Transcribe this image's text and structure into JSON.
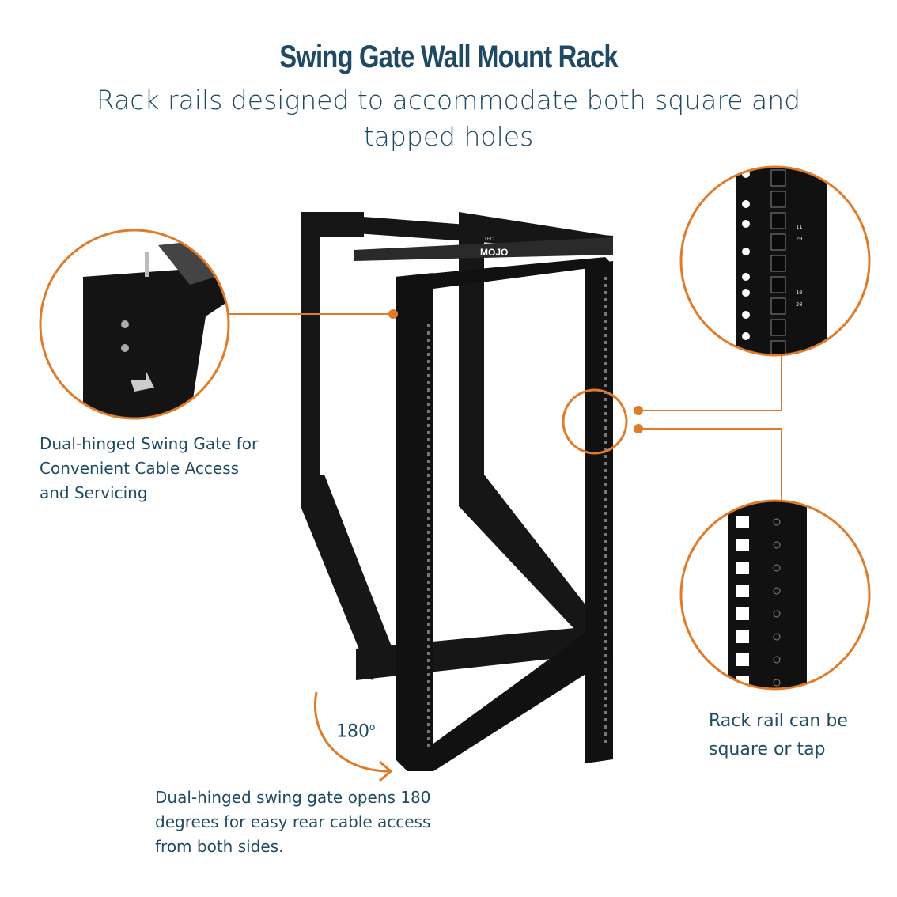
{
  "header": {
    "title": "Swing Gate Wall Mount Rack",
    "subtitle": "Rack rails designed to accommodate both square and tapped holes"
  },
  "callouts": {
    "hinge": "Dual-hinged Swing Gate for Convenient Cable Access and Servicing",
    "rail": "Rack rail can be square or tap",
    "swing": "Dual-hinged swing gate opens 180 degrees for easy rear cable access from both sides."
  },
  "angle": {
    "value": "180",
    "unit": "o"
  },
  "logo": {
    "small": "TEC",
    "brand": "MOJO"
  },
  "rail_markings": {
    "upper": "11",
    "upper_sub": "20",
    "lower": "10",
    "lower_sub": "20"
  },
  "colors": {
    "accent": "#e07b2a",
    "text": "#1f4a63",
    "frame": "#141414"
  }
}
